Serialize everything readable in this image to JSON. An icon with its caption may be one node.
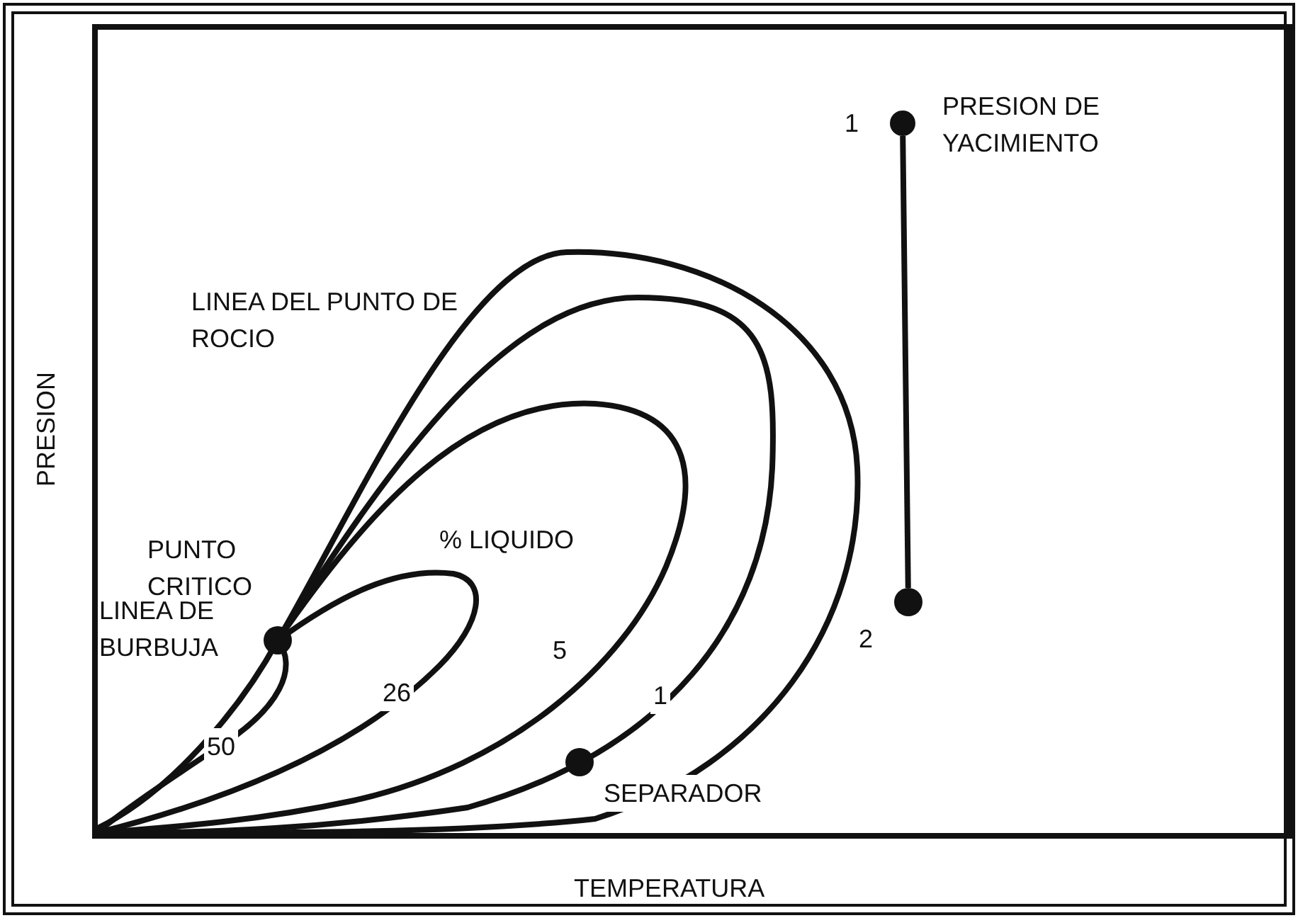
{
  "diagram": {
    "nodes": [
      {
        "text": [],
        "shape": "circle",
        "beside": [
          "1"
        ]
      },
      {
        "text": [],
        "shape": "circle",
        "beside": [
          "2"
        ]
      },
      {
        "text": [],
        "shape": "circle",
        "beside": [
          "PUNTO CRITICO"
        ]
      },
      {
        "text": [],
        "shape": "circle",
        "beside": [
          "SEPARADOR"
        ]
      }
    ],
    "edges": [
      {
        "from": 0,
        "to": 1,
        "arrow": "none"
      }
    ],
    "labels": [
      "PRESION DE YACIMIENTO",
      "LINEA DEL PUNTO DE ROCIO",
      "% LIQUIDO",
      "LINEA DE BURBUJA",
      "50",
      "26",
      "5",
      "1",
      "PRESION",
      "TEMPERATURA"
    ]
  }
}
